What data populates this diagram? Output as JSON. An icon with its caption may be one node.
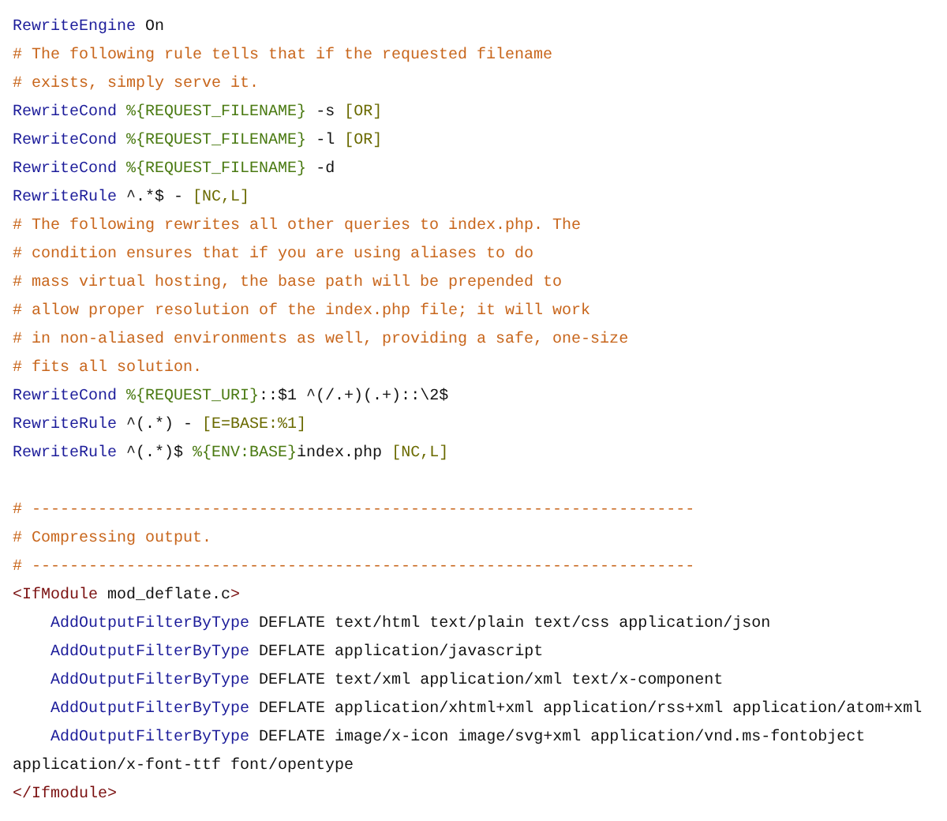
{
  "diagram": {
    "labels": [
      "RewriteEngine On",
      "# The following rule tells that if the requested filename",
      "# exists, simply serve it.",
      "RewriteCond %{REQUEST_FILENAME} -s [OR]",
      "RewriteCond %{REQUEST_FILENAME} -l [OR]",
      "RewriteCond %{REQUEST_FILENAME} -d",
      "RewriteRule ^.*$ - [NC,L]",
      "# The following rewrites all other queries to index.php. The",
      "# condition ensures that if you are using aliases to do",
      "# mass virtual hosting, the base path will be prepended to",
      "# allow proper resolution of the index.php file; it will work",
      "# in non-aliased environments as well, providing a safe, one-size",
      "# fits all solution.",
      "RewriteCond %{REQUEST_URI}::$1 ^(/.+)(.+)::\\2$",
      "RewriteRule ^(.*) - [E=BASE:%1]",
      "RewriteRule ^(.*)$ %{ENV:BASE}index.php [NC,L]",
      "# ----------------------------------------------------------------------",
      "# Compressing output.",
      "# ----------------------------------------------------------------------",
      "<IfModule mod_deflate.c>",
      "    AddOutputFilterByType DEFLATE text/html text/plain text/css application/json",
      "    AddOutputFilterByType DEFLATE application/javascript",
      "    AddOutputFilterByType DEFLATE text/xml application/xml text/x-component",
      "    AddOutputFilterByType DEFLATE application/xhtml+xml application/rss+xml application/atom+xml",
      "    AddOutputFilterByType DEFLATE image/x-icon image/svg+xml application/vnd.ms-fontobject",
      "application/x-font-ttf font/opentype",
      "</Ifmodule>"
    ]
  }
}
